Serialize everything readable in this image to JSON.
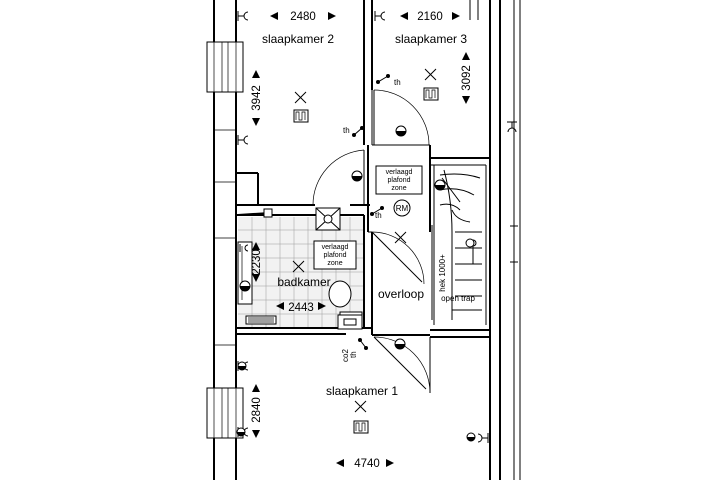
{
  "rooms": {
    "slaapkamer2": "slaapkamer 2",
    "slaapkamer3": "slaapkamer 3",
    "slaapkamer1": "slaapkamer 1",
    "badkamer": "badkamer",
    "overloop": "overloop"
  },
  "dimensions": {
    "d2480": "2480",
    "d2160": "2160",
    "d3942": "3942",
    "d3092": "3092",
    "d2230": "2230",
    "d2443": "2443",
    "d2840": "2840",
    "d4740": "4740"
  },
  "ceiling_note": {
    "line1": "verlaagd",
    "line2": "plafond",
    "line3": "zone"
  },
  "stair": {
    "railing": "hek 1000+",
    "open": "open trap"
  },
  "symbols": {
    "thermostat": "th",
    "mechanical_vent": "RM",
    "co2": "co2",
    "switch": "✕"
  }
}
